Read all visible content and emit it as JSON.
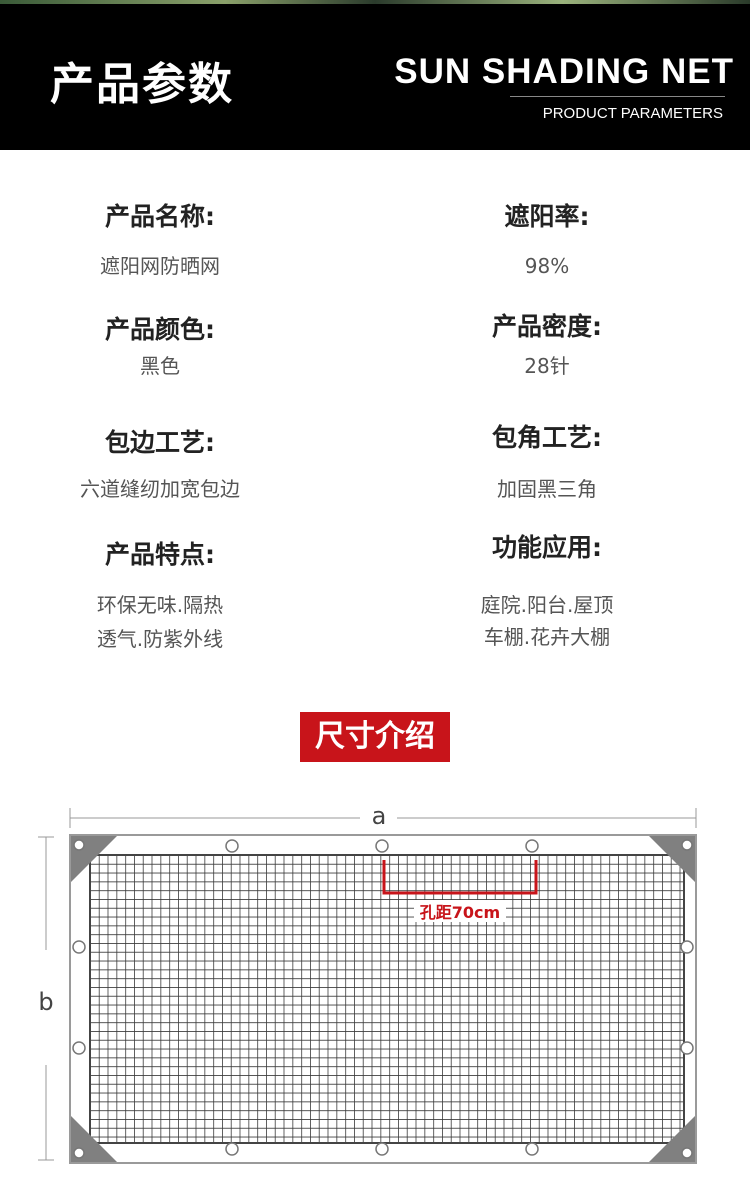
{
  "header": {
    "title_cn": "产品参数",
    "title_en": "SUN SHADING NET",
    "subtitle_en": "PRODUCT PARAMETERS"
  },
  "params": {
    "name": {
      "label": "产品名称:",
      "values": [
        "遮阳网防晒网"
      ]
    },
    "shade_rate": {
      "label": "遮阳率:",
      "values": [
        "98%"
      ]
    },
    "color": {
      "label": "产品颜色:",
      "values": [
        "黑色"
      ]
    },
    "density": {
      "label": "产品密度:",
      "values": [
        "28针"
      ]
    },
    "edge": {
      "label": "包边工艺:",
      "values": [
        "六道缝纫加宽包边"
      ]
    },
    "corner": {
      "label": "包角工艺:",
      "values": [
        "加固黑三角"
      ]
    },
    "features": {
      "label": "产品特点:",
      "values": [
        "环保无味.隔热",
        "透气.防紫外线"
      ]
    },
    "usage": {
      "label": "功能应用:",
      "values": [
        "庭院.阳台.屋顶",
        "车棚.花卉大棚"
      ]
    }
  },
  "size_section": {
    "title": "尺寸介绍"
  },
  "diagram": {
    "width_label": "a",
    "height_label": "b",
    "hole_spacing_label": "孔距70cm"
  },
  "colors": {
    "header_bg": "#000000",
    "badge_red": "#c8141a",
    "spacing_red": "#c8141a"
  }
}
